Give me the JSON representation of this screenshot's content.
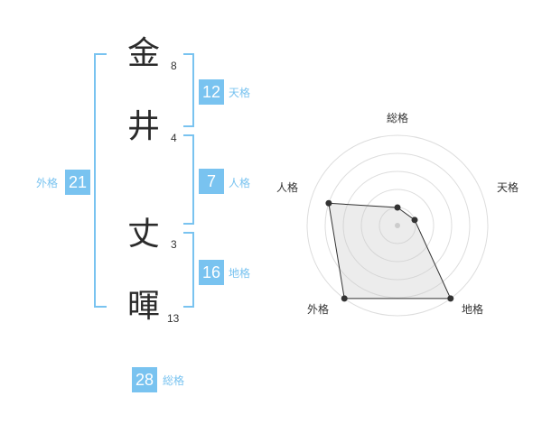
{
  "name": {
    "characters": [
      {
        "char": "金",
        "strokes": "8"
      },
      {
        "char": "井",
        "strokes": "4"
      },
      {
        "char": "丈",
        "strokes": "3"
      },
      {
        "char": "暉",
        "strokes": "13"
      }
    ]
  },
  "fortune": {
    "tenkaku": {
      "value": "12",
      "label": "天格"
    },
    "jinkaku": {
      "value": "7",
      "label": "人格"
    },
    "chikaku": {
      "value": "16",
      "label": "地格"
    },
    "gaikaku": {
      "value": "21",
      "label": "外格"
    },
    "soukaku": {
      "value": "28",
      "label": "総格"
    }
  },
  "colors": {
    "accent": "#79c3f0",
    "bracket": "#79c3f0",
    "ring": "#dddddd",
    "fill": "#eeeeee"
  },
  "chart_data": {
    "type": "radar",
    "axes": [
      "総格",
      "天格",
      "地格",
      "外格",
      "人格"
    ],
    "scale_rings": 5,
    "values": [
      1,
      1,
      5,
      5,
      4
    ],
    "max": 5
  }
}
